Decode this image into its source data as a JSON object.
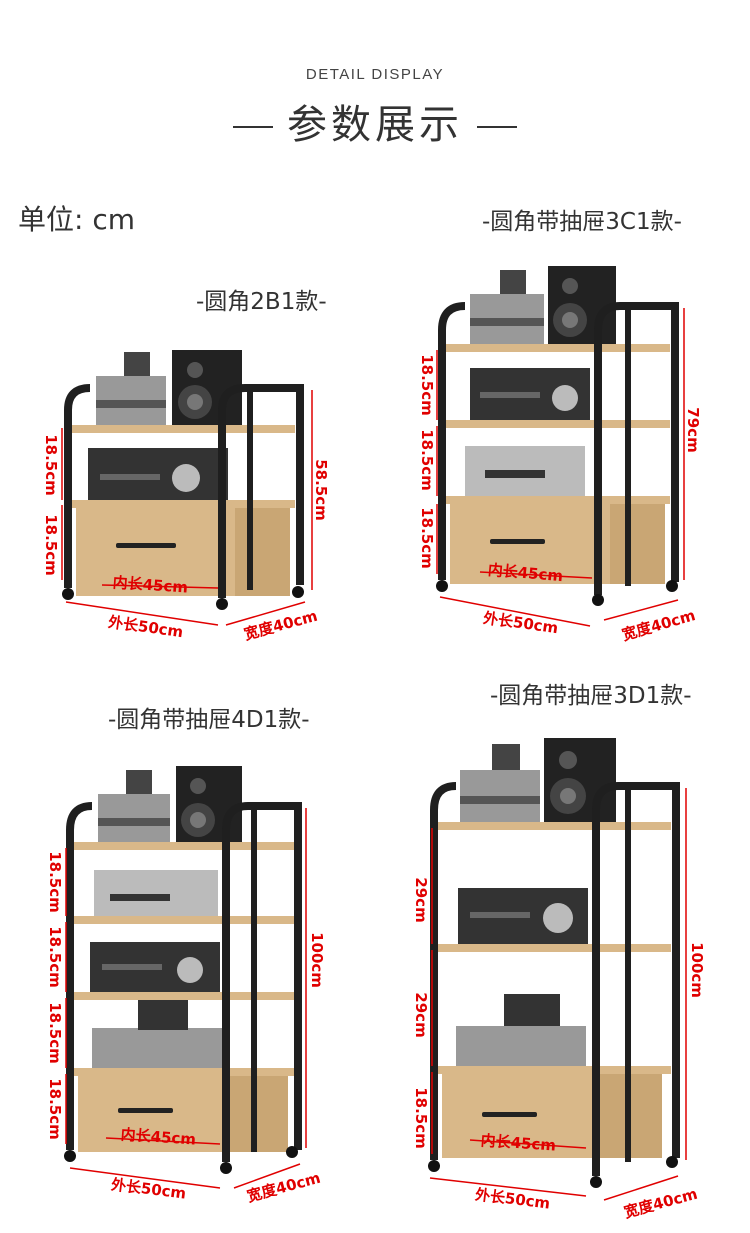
{
  "header": {
    "en": "DETAIL DISPLAY",
    "zh": "参数展示"
  },
  "unit_label": "单位: cm",
  "products": [
    {
      "title": "-圆角2B1款-",
      "shelf_heights": [
        "18.5cm",
        "18.5cm"
      ],
      "total_height": "58.5cm",
      "inner_length": "内长45cm",
      "outer_length": "外长50cm",
      "width": "宽度40cm"
    },
    {
      "title": "-圆角带抽屉3C1款-",
      "shelf_heights": [
        "18.5cm",
        "18.5cm",
        "18.5cm"
      ],
      "total_height": "79cm",
      "inner_length": "内长45cm",
      "outer_length": "外长50cm",
      "width": "宽度40cm"
    },
    {
      "title": "-圆角带抽屉4D1款-",
      "shelf_heights": [
        "18.5cm",
        "18.5cm",
        "18.5cm",
        "18.5cm"
      ],
      "total_height": "100cm",
      "inner_length": "内长45cm",
      "outer_length": "外长50cm",
      "width": "宽度40cm"
    },
    {
      "title": "-圆角带抽屉3D1款-",
      "shelf_heights": [
        "29cm",
        "29cm",
        "18.5cm"
      ],
      "total_height": "100cm",
      "inner_length": "内长45cm",
      "outer_length": "外长50cm",
      "width": "宽度40cm"
    }
  ],
  "colors": {
    "accent": "#e00000",
    "frame": "#1f1f1f",
    "wood": "#d9b889",
    "text": "#333333"
  },
  "icons": [
    "speaker-icon",
    "printer-icon",
    "amplifier-icon",
    "drawer-handle-icon",
    "caster-wheel-icon"
  ]
}
